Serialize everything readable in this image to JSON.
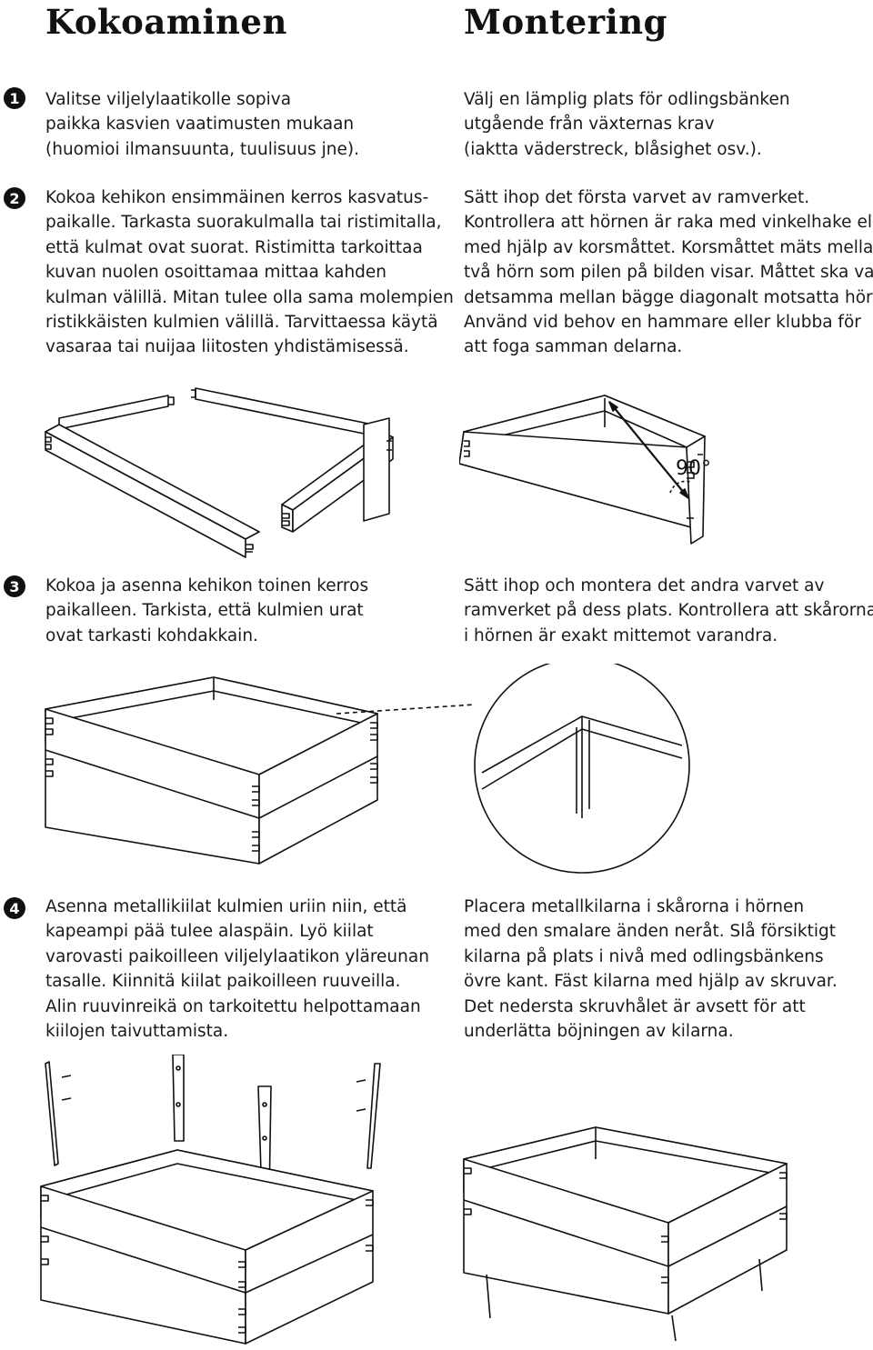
{
  "headings": {
    "fi": "Kokoaminen",
    "sv": "Montering"
  },
  "steps": [
    {
      "number": "1",
      "fi": [
        "Valitse viljelylaatikolle sopiva",
        "paikka kasvien vaatimusten mukaan",
        "(huomioi ilmansuunta, tuulisuus jne)."
      ],
      "sv": [
        "Välj en lämplig plats för odlingsbänken",
        "utgående från växternas krav",
        "(iaktta väderstreck, blåsighet osv.)."
      ]
    },
    {
      "number": "2",
      "fi": [
        "Kokoa kehikon ensimmäinen kerros kasvatus-",
        "paikalle. Tarkasta suorakulmalla tai ristimitalla,",
        "että kulmat ovat suorat. Ristimitta tarkoittaa",
        "kuvan nuolen osoittamaa mittaa kahden",
        "kulman välillä. Mitan tulee olla sama molempien",
        "ristikkäisten kulmien välillä. Tarvittaessa käytä",
        "vasaraa tai nuijaa liitosten yhdistämisessä."
      ],
      "sv": [
        "Sätt ihop det första varvet av ramverket.",
        "Kontrollera att hörnen är raka med vinkelhake eller",
        "med hjälp av korsmåttet. Korsmåttet mäts mellan",
        "två hörn som pilen på bilden visar. Måttet ska vara",
        "detsamma mellan bägge diagonalt motsatta hörn.",
        "Använd vid behov en hammare eller klubba för",
        "att foga samman delarna."
      ],
      "angle_label": "90°"
    },
    {
      "number": "3",
      "fi": [
        "Kokoa ja asenna kehikon toinen kerros",
        "paikalleen. Tarkista, että kulmien urat",
        "ovat tarkasti kohdakkain."
      ],
      "sv": [
        "Sätt ihop och montera det andra varvet av",
        "ramverket på dess plats. Kontrollera att skårorna",
        "i hörnen är exakt mittemot varandra."
      ]
    },
    {
      "number": "4",
      "fi": [
        "Asenna metallikiilat kulmien uriin niin, että",
        "kapeampi pää tulee alaspäin. Lyö kiilat",
        "varovasti paikoilleen viljelylaatikon yläreunan",
        "tasalle. Kiinnitä kiilat paikoilleen ruuveilla.",
        "Alin ruuvinreikä on tarkoitettu helpottamaan",
        "kiilojen taivuttamista."
      ],
      "sv": [
        "Placera metallkilarna i skårorna i hörnen",
        "med den smalare änden neråt. Slå försiktigt",
        "kilarna på plats i nivå med odlingsbänkens",
        "övre kant. Fäst kilarna med hjälp av skruvar.",
        "Det nedersta skruvhålet är avsett för att",
        "underlätta böjningen av kilarna."
      ]
    }
  ],
  "colors": {
    "ink": "#1a1a1a",
    "badge": "#111111",
    "paper": "#ffffff"
  }
}
